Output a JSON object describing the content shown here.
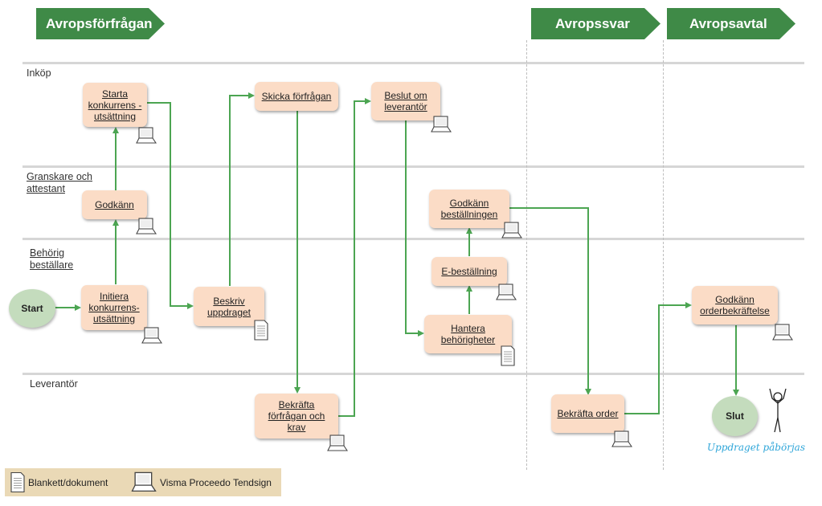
{
  "phases": {
    "p1": "Avropsförfrågan",
    "p2": "Avropssvar",
    "p3": "Avropsavtal"
  },
  "lanes": {
    "inkop": "Inköp",
    "granskare": "Granskare och attestant",
    "behorig": "Behörig beställare",
    "leverantor": "Leverantör"
  },
  "nodes": {
    "start": "Start",
    "starta": "Starta konkurrens -utsättning",
    "godkann": "Godkänn",
    "initiera": "Initiera konkurrens-utsättning",
    "beskriv": "Beskriv uppdraget",
    "skicka": "Skicka förfrågan",
    "bekrafta_forfragan": "Bekräfta förfrågan och krav",
    "beslut": "Beslut om leverantör",
    "godkann_best": "Godkänn beställningen",
    "ebest": "E-beställning",
    "hantera": "Hantera behörigheter",
    "bekrafta_order": "Bekräfta order",
    "godkann_order": "Godkänn orderbekräftelse",
    "slut": "Slut"
  },
  "slogan": "Uppdraget påbörjas",
  "legend": {
    "doc": "Blankett/dokument",
    "sys": "Visma Proceedo Tendsign"
  },
  "colors": {
    "phase": "#3f8a47",
    "arrow": "#4ca552",
    "box": "#fbdcc6",
    "circle": "#c4dcbd",
    "legend": "#ead9b6"
  }
}
